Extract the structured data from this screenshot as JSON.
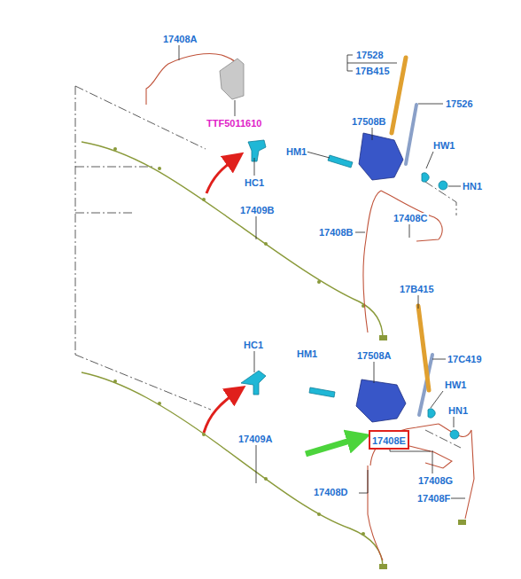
{
  "diagram": {
    "nodes": [
      {
        "text": [
          "17408E"
        ]
      }
    ],
    "labels": [
      "17408A",
      "TTF5011610",
      "17528",
      "17B415",
      "17526",
      "17508B",
      "HM1",
      "HW1",
      "HN1",
      "HC1",
      "17409B",
      "17408C",
      "17408B",
      "17B415",
      "17C419",
      "HC1",
      "HM1",
      "17508A",
      "HW1",
      "HN1",
      "17409A",
      "17408G",
      "17408D",
      "17408F"
    ]
  }
}
